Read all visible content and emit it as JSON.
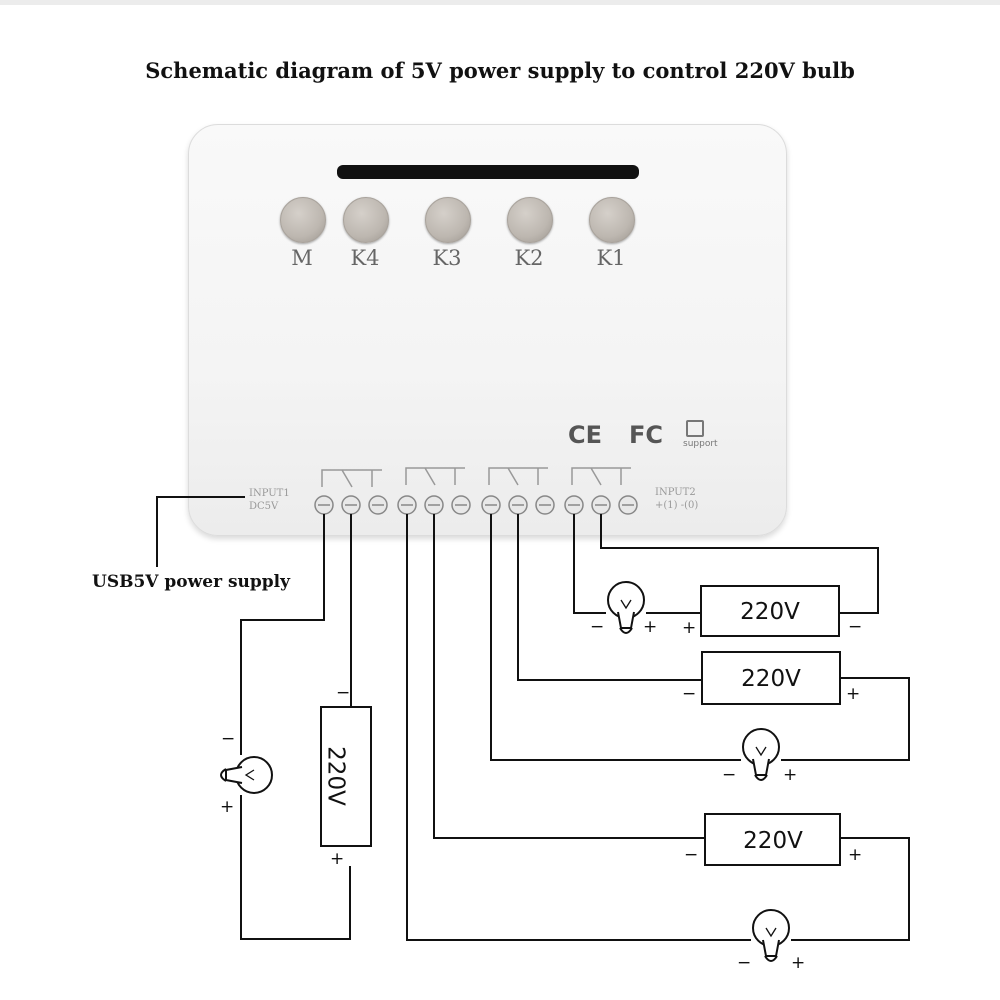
{
  "title": "Schematic diagram of 5V power supply to control 220V bulb",
  "device": {
    "buttons": [
      "M",
      "K4",
      "K3",
      "K2",
      "K1"
    ],
    "certifications": {
      "ce": "CE",
      "fcc": "FC",
      "rohs": "support"
    },
    "input1": [
      "INPUT1",
      "DC5V"
    ],
    "input2": [
      "INPUT2",
      "+(1)  -(0)"
    ]
  },
  "power_label": "USB5V power supply",
  "loads": {
    "label": "220V",
    "plus": "+",
    "minus": "−"
  }
}
